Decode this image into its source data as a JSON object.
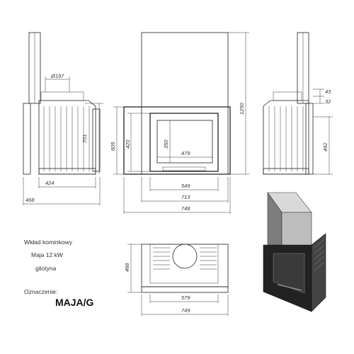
{
  "description": {
    "line1": "Wkład kominkowy",
    "line2": "Maja 12 kW",
    "line3": "gilotyna"
  },
  "label_caption": "Oznaczenie:",
  "model_code": "MAJA/G",
  "dimensions": {
    "side_left_diameter": "Ø197",
    "side_left_height": "701",
    "side_left_depth_inner": "424",
    "side_left_depth_outer": "468",
    "front_total_height": "1250",
    "front_frame_height": "605",
    "front_door_height": "420",
    "front_glass_height": "350",
    "front_glass_width": "479",
    "front_door_width": "549",
    "front_body_width": "713",
    "front_frame_width": "748",
    "side_right_offset_top": "43",
    "side_right_offset_mid": "32",
    "side_right_height": "492",
    "top_depth": "468",
    "top_inner_width": "579",
    "top_outer_width": "749"
  }
}
